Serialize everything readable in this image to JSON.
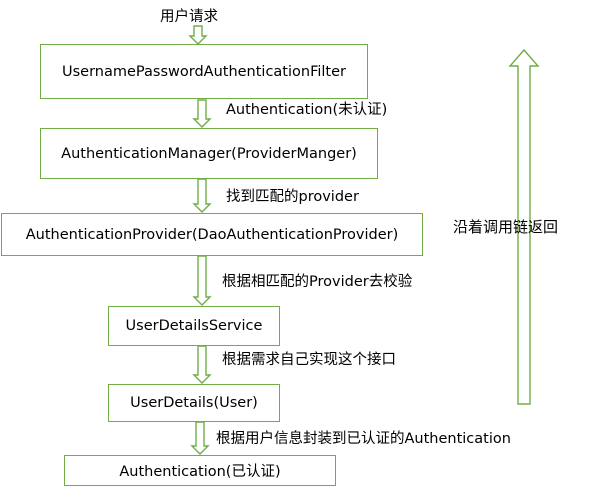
{
  "request_label": "用户请求",
  "boxes": {
    "filter": "UsernamePasswordAuthenticationFilter",
    "manager": "AuthenticationManager(ProviderManger)",
    "provider": "AuthenticationProvider(DaoAuthenticationProvider)",
    "uds": "UserDetailsService",
    "ud": "UserDetails(User)",
    "auth_done": "Authentication(已认证)"
  },
  "step_labels": {
    "s1": "Authentication(未认证)",
    "s2": "找到匹配的provider",
    "s3": "根据相匹配的Provider去校验",
    "s4": "根据需求自己实现这个接口",
    "s5": "根据用户信息封装到已认证的Authentication"
  },
  "return_label": "沿着调用链返回",
  "colors": {
    "arrow_stroke": "#70ad47",
    "box_border": "#70ad47"
  }
}
